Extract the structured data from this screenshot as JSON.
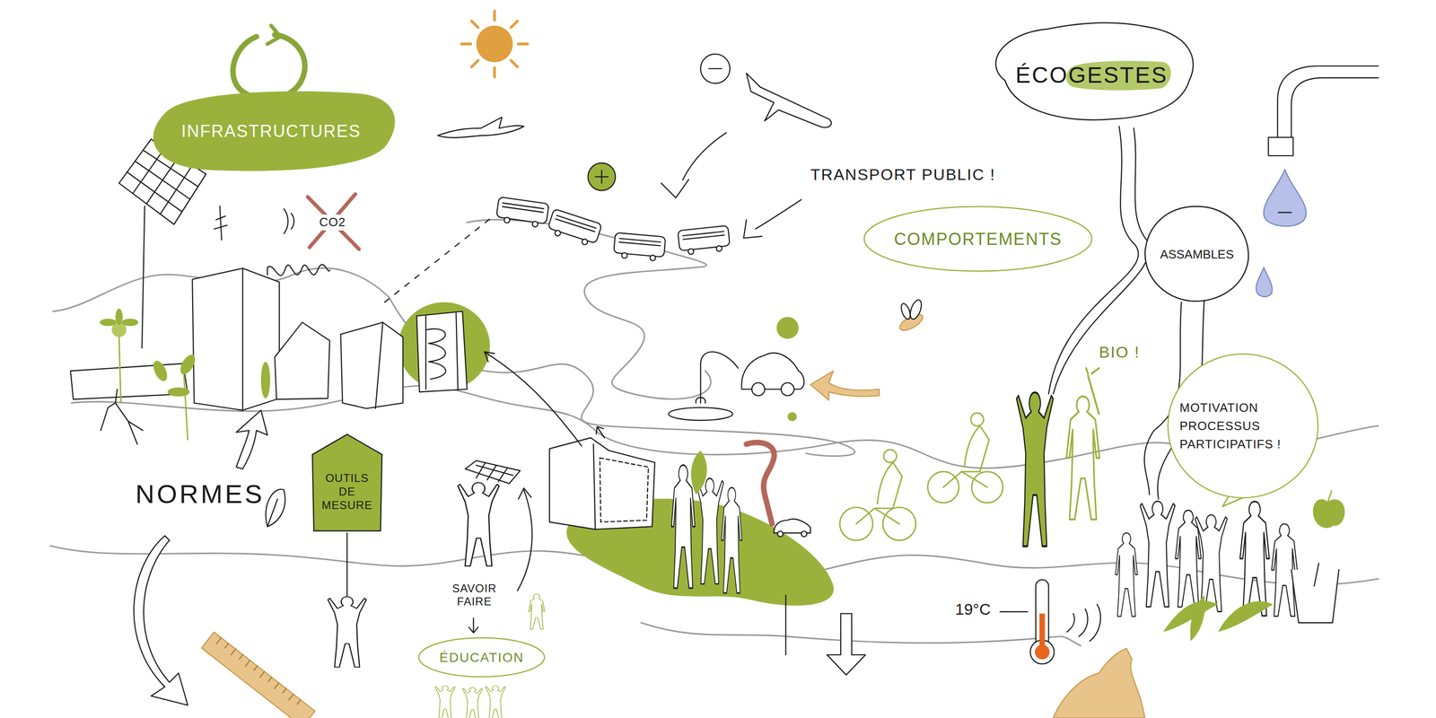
{
  "diagram": {
    "nodes": [
      {
        "text": [
          "ÉCOGESTES"
        ]
      },
      {
        "text": [
          "INFRASTRUCTURES"
        ]
      },
      {
        "text": [
          "COMPORTEMENTS"
        ]
      },
      {
        "text": [
          "ASSAMBLES"
        ]
      },
      {
        "text": [
          "MOTIVATION PROCESSUS PARTICIPATIFS !"
        ]
      },
      {
        "text": [
          "OUTILS DE MESURE"
        ]
      },
      {
        "text": [
          "ÉDUCATION"
        ]
      }
    ],
    "labels": [
      "CO2",
      "TRANSPORT PUBLIC !",
      "BIO !",
      "NORMES",
      "SAVOIR FAIRE",
      "19°C"
    ]
  }
}
